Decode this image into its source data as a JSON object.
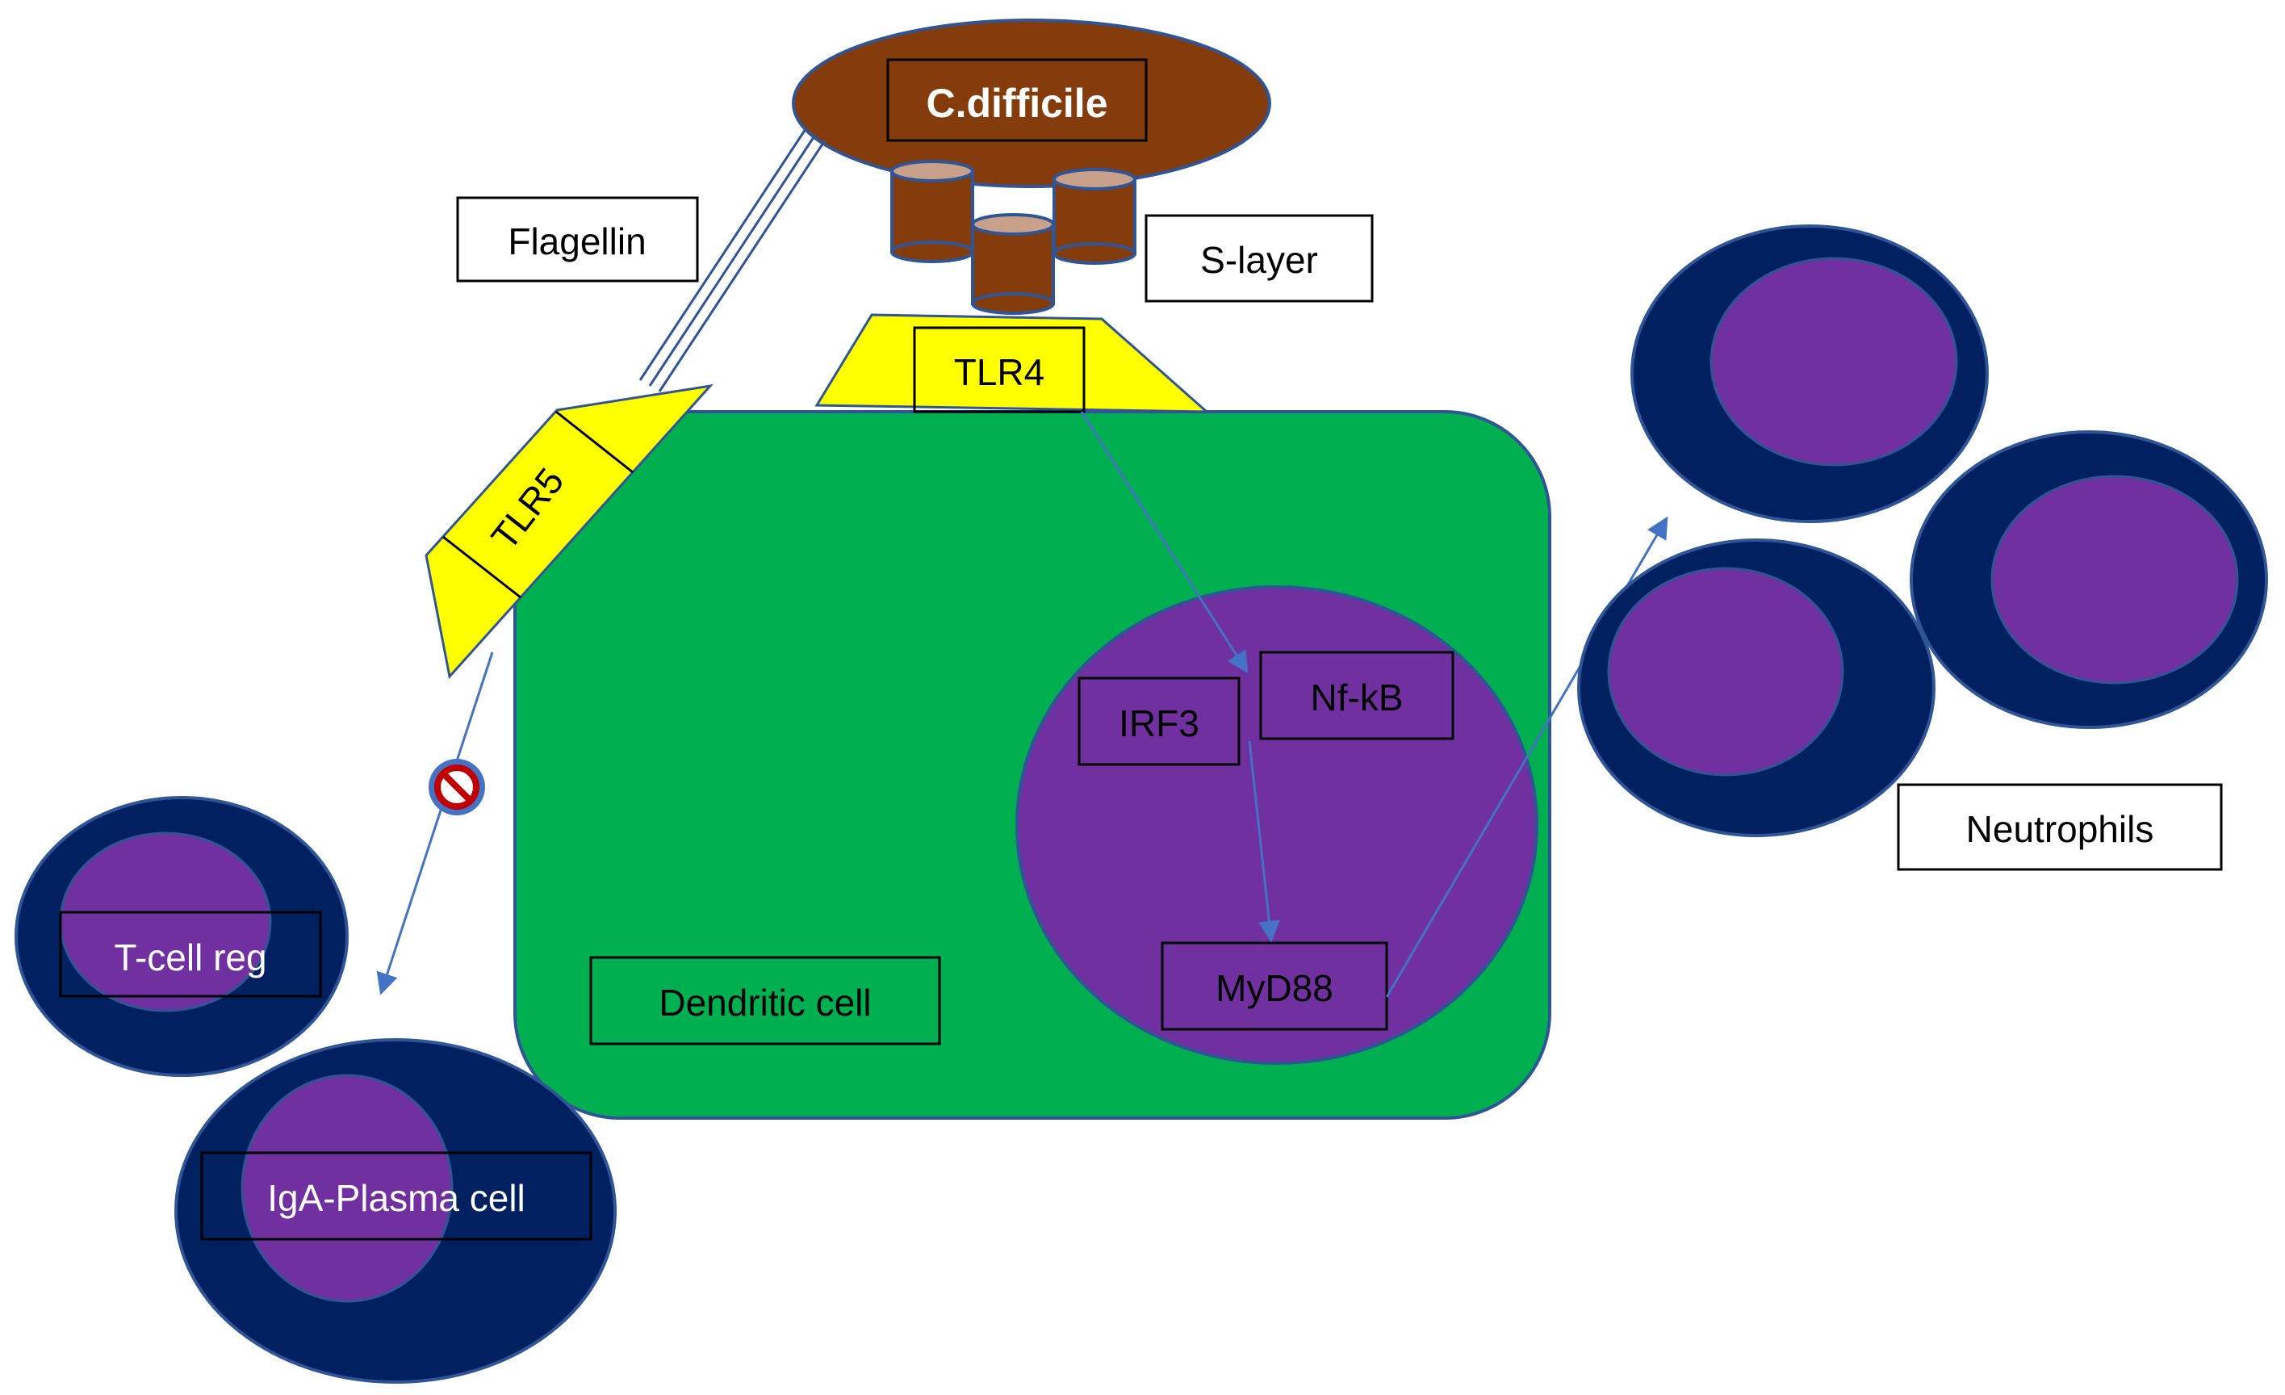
{
  "labels": {
    "bacterium": "C.difficile",
    "flagellin": "Flagellin",
    "s_layer": "S-layer",
    "tlr4": "TLR4",
    "tlr5": "TLR5",
    "irf3": "IRF3",
    "nfkb": "Nf-kB",
    "myd88": "MyD88",
    "dendritic_cell": "Dendritic cell",
    "neutrophils": "Neutrophils",
    "t_cell_reg": "T-cell reg",
    "iga_plasma_cell": "IgA-Plasma cell"
  },
  "colors": {
    "bacterium": "#843C0C",
    "dendritic_cell": "#00B050",
    "nucleus": "#7030A0",
    "immune_cell_body": "#002060",
    "receptor": "#FFFF00",
    "arrow": "#4472C4",
    "outline": "#2F5597",
    "cylinder_top": "#C9A08A",
    "inhibit": "#C00000"
  },
  "icons": [
    "no-entry-icon"
  ]
}
